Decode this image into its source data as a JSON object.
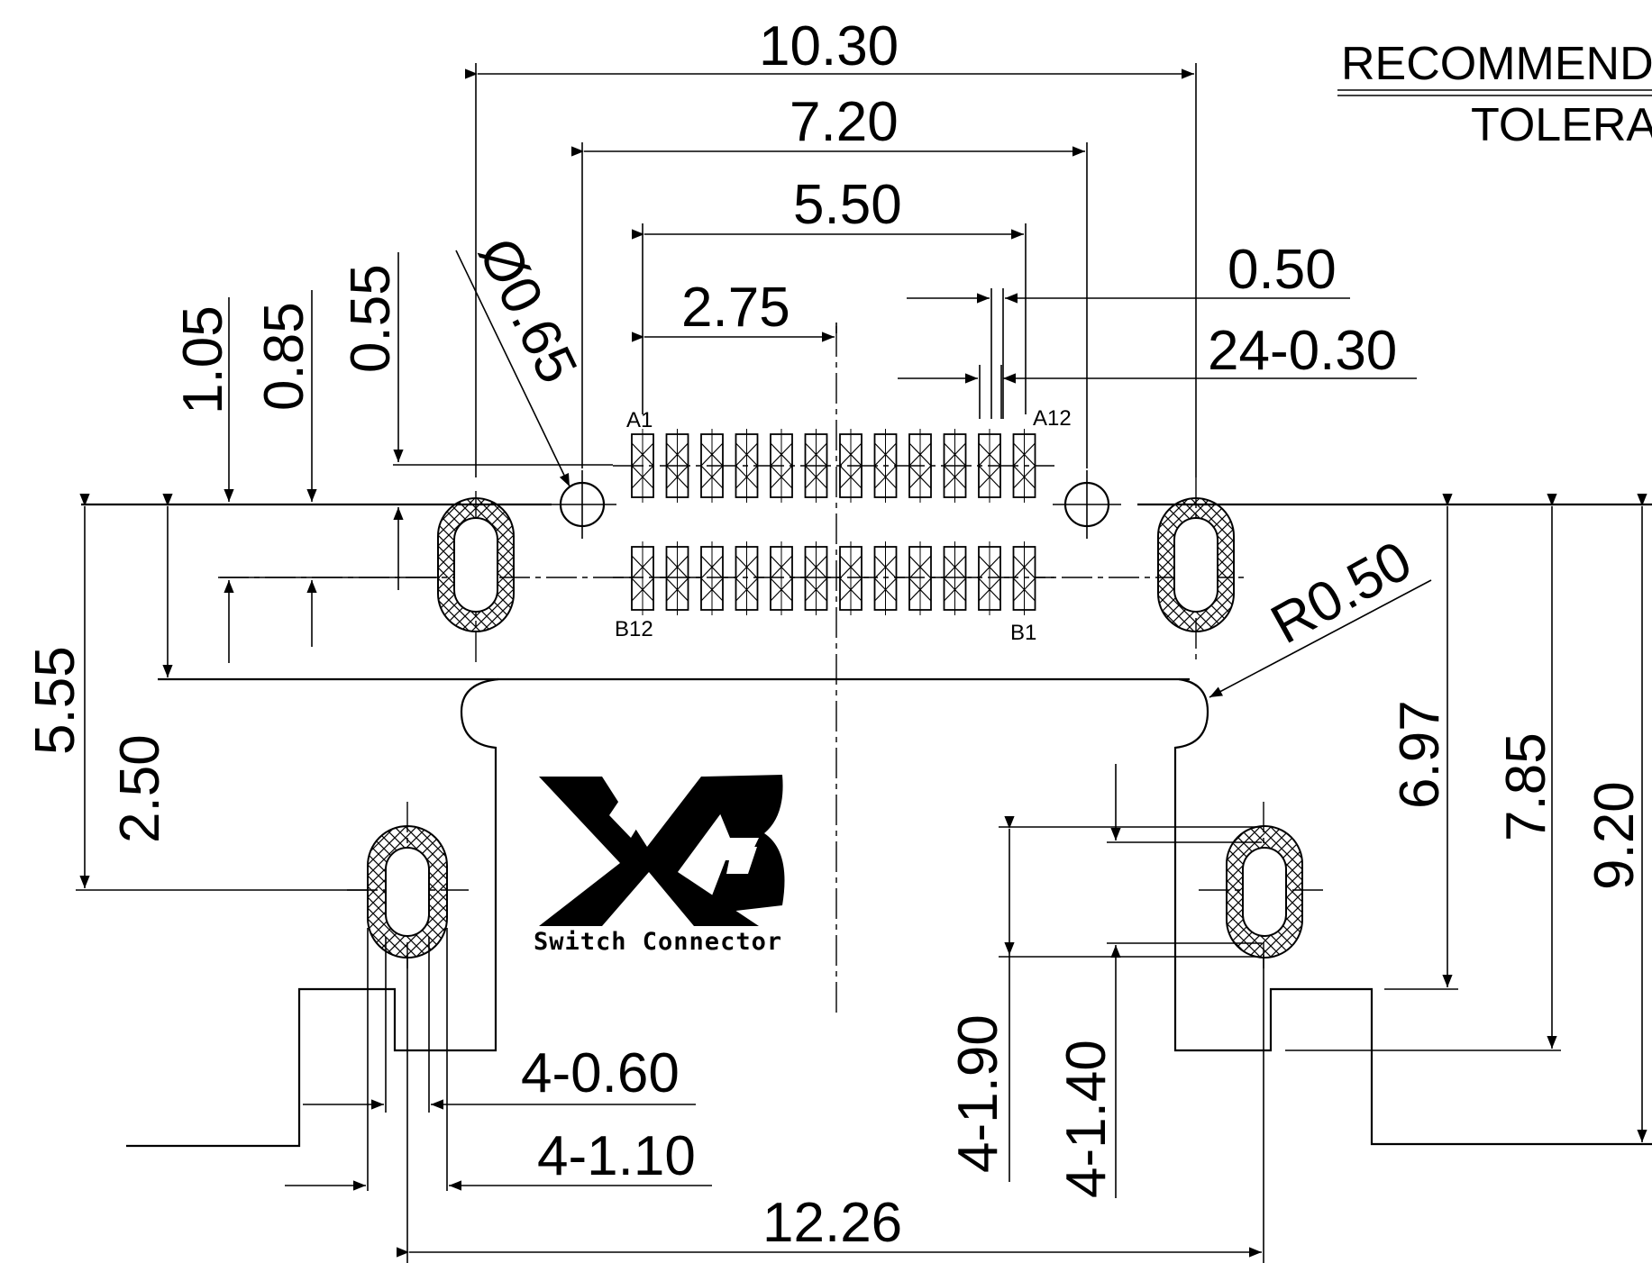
{
  "notes": {
    "line1": "RECOMMEND",
    "line2": "TOLERA"
  },
  "dimensions": {
    "d_10_30": "10.30",
    "d_7_20": "7.20",
    "d_5_50": "5.50",
    "d_2_75": "2.75",
    "d_0_50": "0.50",
    "d_24_030": "24-0.30",
    "d_phi_065": "Ø0.65",
    "d_1_05": "1.05",
    "d_0_85": "0.85",
    "d_0_55": "0.55",
    "d_5_55": "5.55",
    "d_2_50": "2.50",
    "d_r050": "R0.50",
    "d_6_97": "6.97",
    "d_7_85": "7.85",
    "d_9_20": "9.20",
    "d_4_190": "4-1.90",
    "d_4_140": "4-1.40",
    "d_4_060": "4-0.60",
    "d_4_110": "4-1.10",
    "d_12_26": "12.26"
  },
  "pins": {
    "top_first": "A1",
    "top_last": "A12",
    "bottom_first": "B12",
    "bottom_last": "B1",
    "count_per_row": 12
  },
  "logo": {
    "mark": "XB",
    "caption": "Switch Connector"
  }
}
